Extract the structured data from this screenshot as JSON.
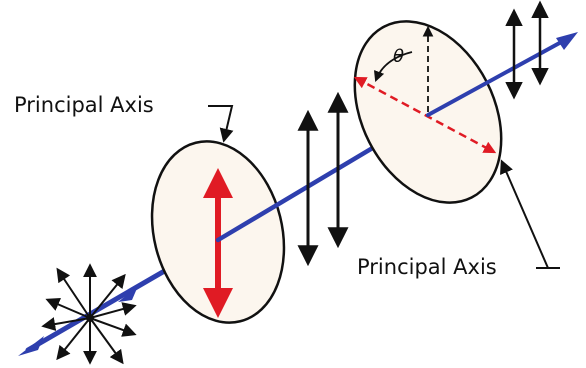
{
  "labels": {
    "left_axis": "Principal Axis",
    "right_axis": "Principal Axis",
    "theta": "θ"
  },
  "icons": {
    "light_source": "unpolarized-light-icon",
    "beam": "light-beam-arrow",
    "vertical_vibration": "double-headed-arrow-icon",
    "angled_vibration": "double-headed-arrow-icon"
  },
  "colors": {
    "beam": "#2e3fae",
    "polarizer_axis": "#e01b24",
    "polarizer_fill": "#fcf6ee",
    "outline": "#111111"
  }
}
